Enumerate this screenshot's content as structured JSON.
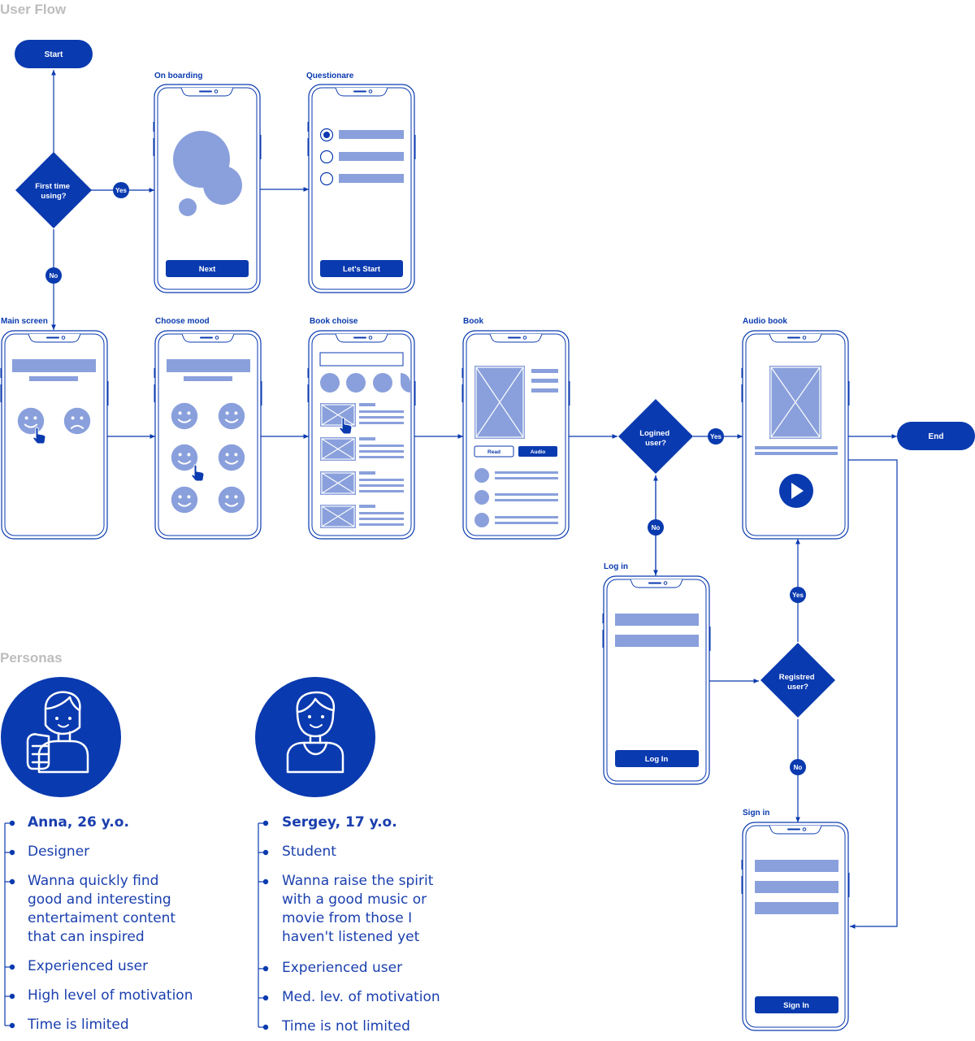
{
  "colors": {
    "primary": "#0a3aaf",
    "light": "#8aa0dc",
    "line": "#0a3aaf",
    "section_title": "#bdbdbd"
  },
  "sections": {
    "user_flow": "User Flow",
    "personas": "Personas"
  },
  "flow": {
    "start": "Start",
    "end": "End",
    "decisions": {
      "first_time": [
        "First time",
        "using?"
      ],
      "logined": [
        "Logined",
        "user?"
      ],
      "registred": [
        "Registred",
        "user?"
      ]
    },
    "badges": {
      "yes": "Yes",
      "no": "No"
    },
    "screens": {
      "onboarding": {
        "title": "On boarding",
        "button": "Next"
      },
      "questionare": {
        "title": "Questionare",
        "button": "Let's Start"
      },
      "main": {
        "title": "Main screen"
      },
      "mood": {
        "title": "Choose mood"
      },
      "book_choise": {
        "title": "Book choise"
      },
      "book": {
        "title": "Book",
        "read_button": "Read",
        "audio_button": "Audio"
      },
      "audio": {
        "title": "Audio book"
      },
      "login": {
        "title": "Log in",
        "button": "Log In"
      },
      "signin": {
        "title": "Sign in",
        "button": "Sign In"
      }
    }
  },
  "personas": [
    {
      "name": "Anna, 26 y.o.",
      "items": [
        "Designer",
        "Wanna quickly find\ngood and interesting\nentertaiment content\nthat can inspired",
        "Experienced user",
        "High level of motivation",
        "Time is limited"
      ]
    },
    {
      "name": "Sergey, 17 y.o.",
      "items": [
        "Student",
        "Wanna raise the spirit\nwith a good music or\nmovie from those I\nhaven't listened yet",
        "Experienced user",
        "Med. lev. of motivation",
        "Time is not limited"
      ]
    }
  ]
}
